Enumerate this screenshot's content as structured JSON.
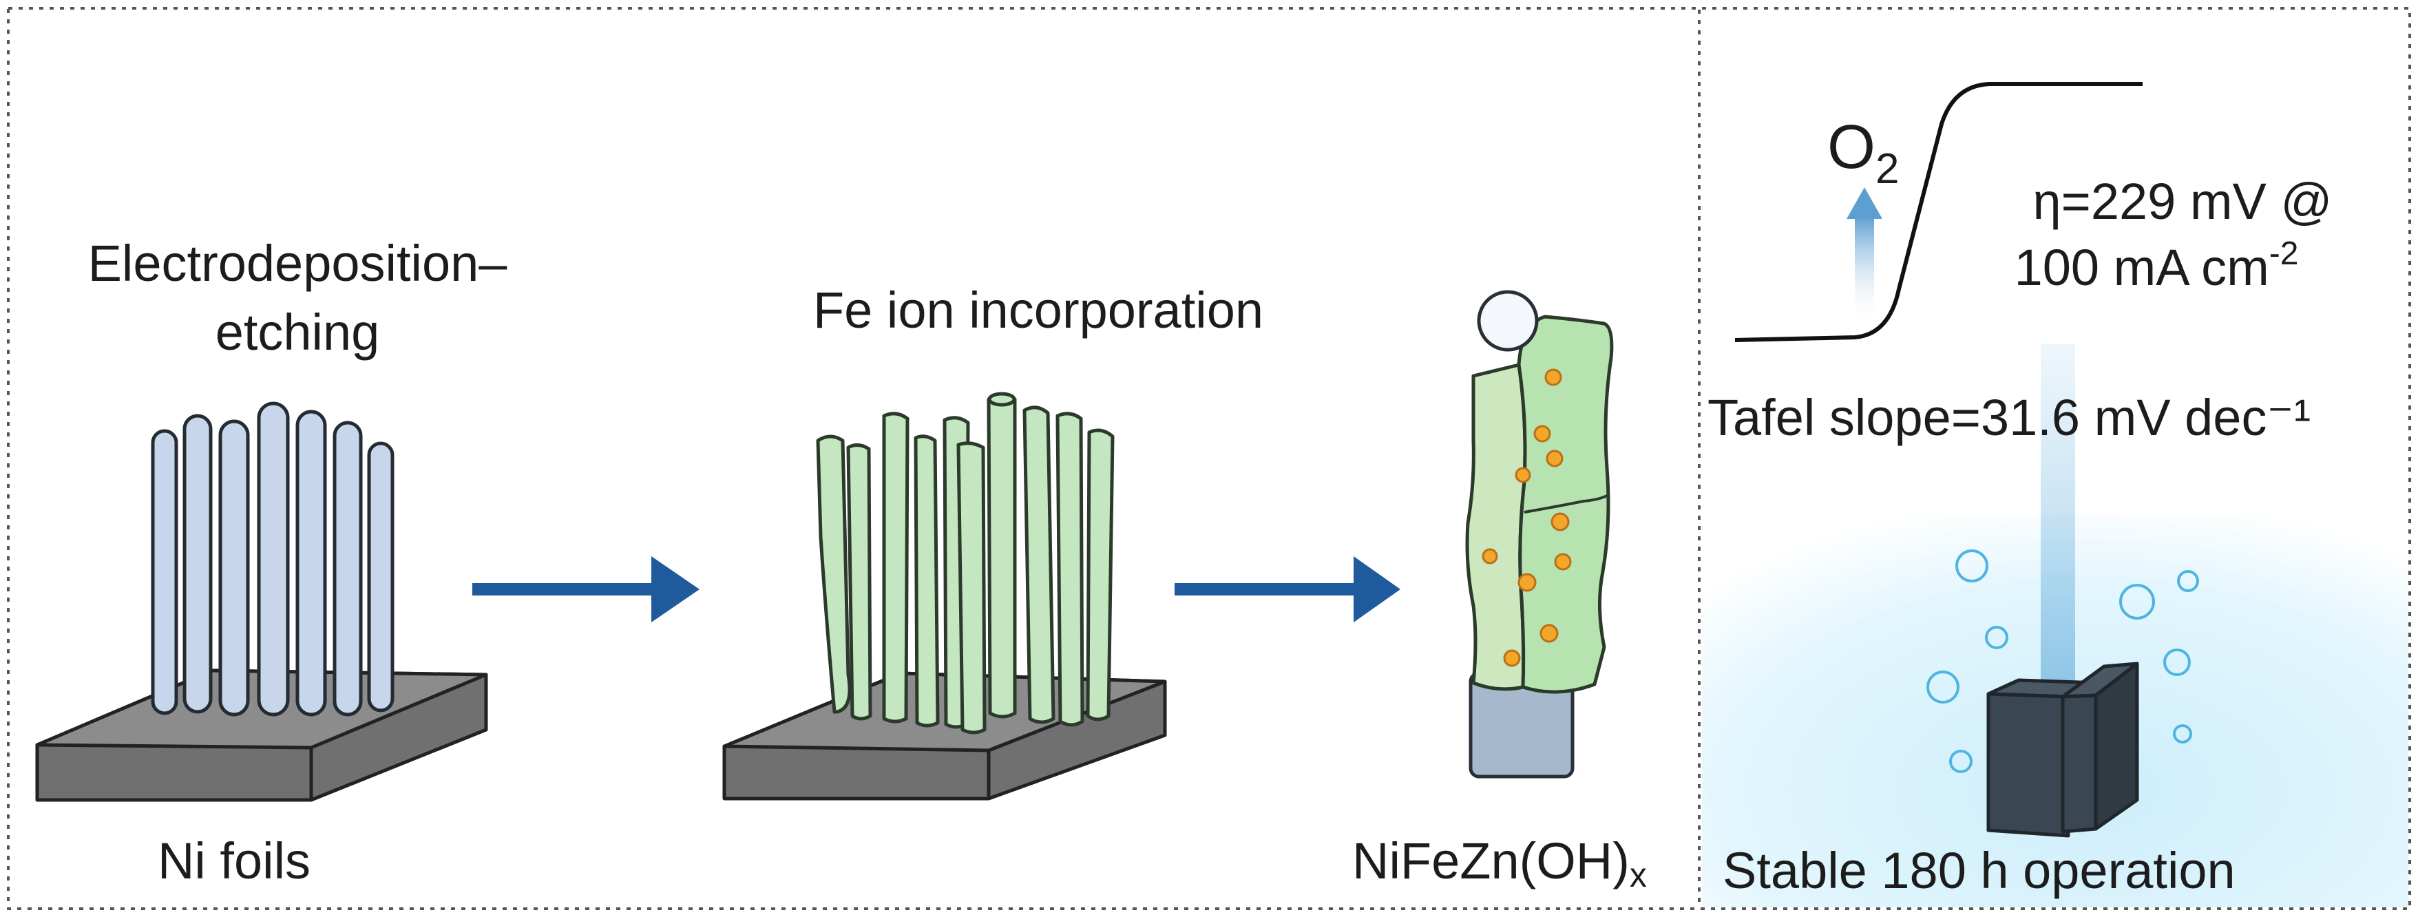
{
  "steps": {
    "step1": {
      "line1": "Electrodeposition–",
      "line2": "etching",
      "substrate": "Ni foils"
    },
    "step2": {
      "title": "Fe ion incorporation"
    },
    "step3": {
      "product_base": "NiFeZn(OH)",
      "product_sub": "x"
    }
  },
  "performance": {
    "gas_base": "O",
    "gas_sub": "2",
    "overpotential": "η=229 mV @",
    "current_base": "100 mA cm",
    "current_sup": "-2",
    "tafel": "Tafel slope=31.6 mV dec⁻¹",
    "stability": "Stable 180 h operation"
  },
  "colors": {
    "border": "#555555",
    "arrow": "#1e5a9c",
    "nanowire_pristine": "#c7d6ea",
    "nanowire_fe": "#c4e6c1",
    "substrate_top": "#8c8c8c",
    "substrate_front": "#6c6c6c",
    "fe_dot": "#f3a629",
    "electrolyte": "#d4effa",
    "electrode": "#3a4752",
    "bubble": "#4fb4e0"
  }
}
